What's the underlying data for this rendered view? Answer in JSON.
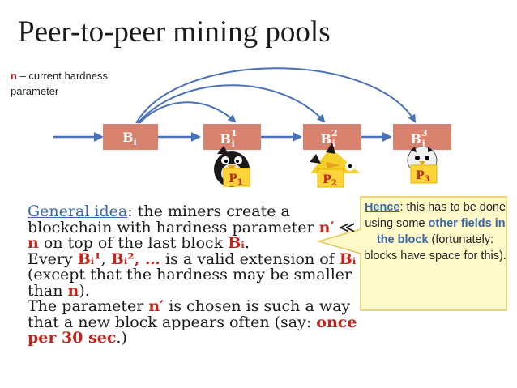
{
  "slide": {
    "title": "Peer-to-peer mining pools",
    "note": {
      "var": "n",
      "text": " – current hardness parameter"
    }
  },
  "diagram": {
    "blocks": [
      {
        "base": "B",
        "sub": "i",
        "sup": ""
      },
      {
        "base": "B",
        "sub": "i",
        "sup": "1"
      },
      {
        "base": "B",
        "sub": "i",
        "sup": "2"
      },
      {
        "base": "B",
        "sub": "i",
        "sup": "3"
      }
    ],
    "pools": [
      {
        "base": "P",
        "sub": "1"
      },
      {
        "base": "P",
        "sub": "2"
      },
      {
        "base": "P",
        "sub": "3"
      }
    ],
    "colors": {
      "block_fill": "#d9826e",
      "block_text": "#ffffff",
      "arrow": "#4a72b8",
      "pool_fill": "#ffd43a",
      "pool_text": "#c0261e"
    }
  },
  "body": {
    "line1_label": "General idea",
    "line1_rest": ": the miners create a blockchain with hardness parameter ",
    "n_prime": "n′",
    "ll": " ≪ ",
    "n": "n",
    "on_top": " on top of the last block ",
    "bi": "Bᵢ",
    "period": ".",
    "every": "Every ",
    "b1": "Bᵢ¹",
    "comma1": ", ",
    "b2": "Bᵢ²",
    "dots": ", …",
    "valid_ext": " is a valid extension of ",
    "bi2": "Bᵢ",
    "except": " (except that the hardness may be smaller than ",
    "n2": "n",
    "close": ").",
    "param_pre": "The parameter ",
    "n_prime2": "n′",
    "param_rest": " is chosen is such a way that a new block appears often (say: ",
    "once": "once per 30 sec",
    "end": ".)"
  },
  "callout": {
    "hence": "Hence",
    "text1": ": this has to be done using some ",
    "other_fields": "other fields in the block",
    "text2": " (fortunately: blocks have space for this)."
  }
}
